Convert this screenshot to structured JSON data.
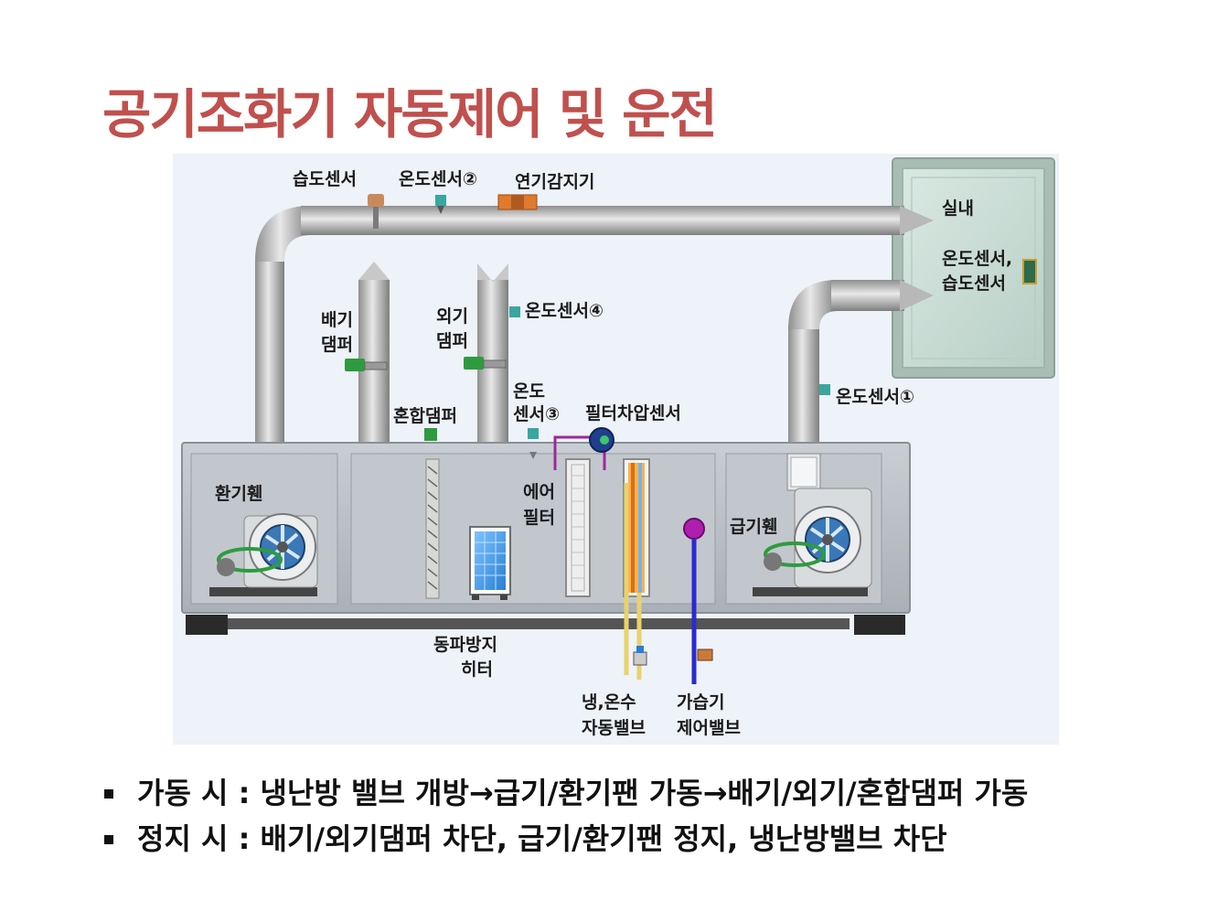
{
  "title": "공기조화기 자동제어 및 운전",
  "diagram": {
    "labels": {
      "humidity_sensor": "습도센서",
      "temp_sensor_2": "온도센서②",
      "smoke_detector": "연기감지기",
      "indoor": "실내",
      "room_sensor_line1": "온도센서,",
      "room_sensor_line2": "습도센서",
      "exhaust_damper_line1": "배기",
      "exhaust_damper_line2": "댐퍼",
      "outdoor_damper_line1": "외기",
      "outdoor_damper_line2": "댐퍼",
      "temp_sensor_4": "온도센서④",
      "temp_sensor_3_line1": "온도",
      "temp_sensor_3_line2": "센서③",
      "filter_dp_sensor": "필터차압센서",
      "mixing_damper": "혼합댐퍼",
      "temp_sensor_1": "온도센서①",
      "return_fan": "환기휀",
      "air_filter_line1": "에어",
      "air_filter_line2": "필터",
      "supply_fan": "급기휀",
      "antifreeze_heater_line1": "동파방지",
      "antifreeze_heater_line2": "히터",
      "water_valve_line1": "냉,온수",
      "water_valve_line2": "자동밸브",
      "humidifier_valve_line1": "가습기",
      "humidifier_valve_line2": "제어밸브"
    }
  },
  "bullets": [
    "가동 시 : 냉난방 밸브 개방→급기/환기팬 가동→배기/외기/혼합댐퍼 가동",
    "정지 시 : 배기/외기댐퍼 차단, 급기/환기팬 정지, 냉난방밸브 차단"
  ]
}
